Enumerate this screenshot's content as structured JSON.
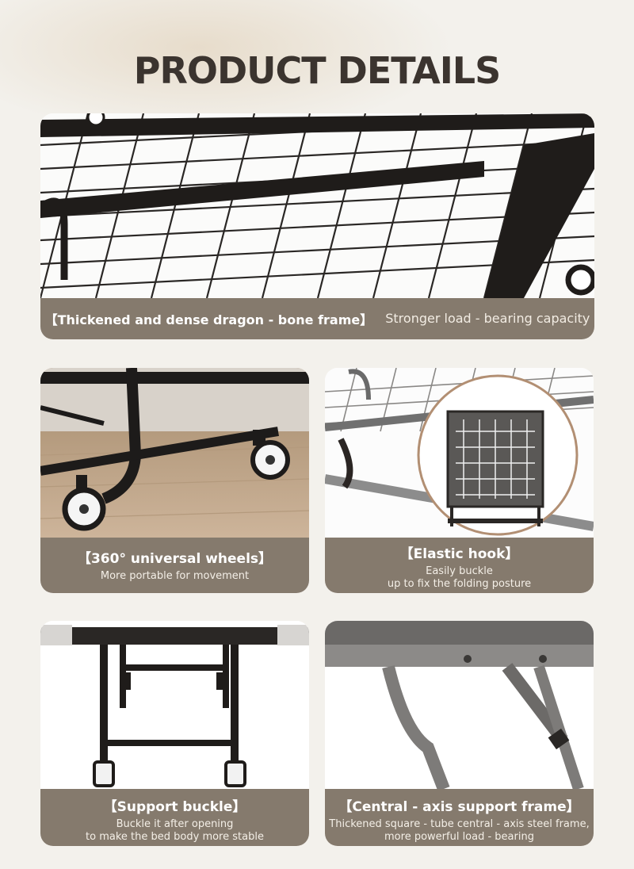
{
  "header": {
    "title": "PRODUCT DETAILS"
  },
  "features": [
    {
      "title": "【Thickened and dense dragon - bone frame】",
      "lines": [
        "Stronger load - bearing capacity"
      ]
    },
    {
      "title": "【360° universal wheels】",
      "lines": [
        "More portable for movement"
      ]
    },
    {
      "title": "【Elastic hook】",
      "lines": [
        "Easily buckle",
        "up to fix the folding posture"
      ]
    },
    {
      "title": "【Support buckle】",
      "lines": [
        "Buckle it after opening",
        "to make the bed body more stable"
      ]
    },
    {
      "title": "【Central - axis support frame】",
      "lines": [
        "Thickened square - tube central - axis steel frame,",
        "more powerful load - bearing"
      ]
    }
  ],
  "colors": {
    "background": "#f3f1ec",
    "caption_band": "#857a6d",
    "title_text": "#3b342f",
    "frame_black": "#1f1c1a"
  }
}
